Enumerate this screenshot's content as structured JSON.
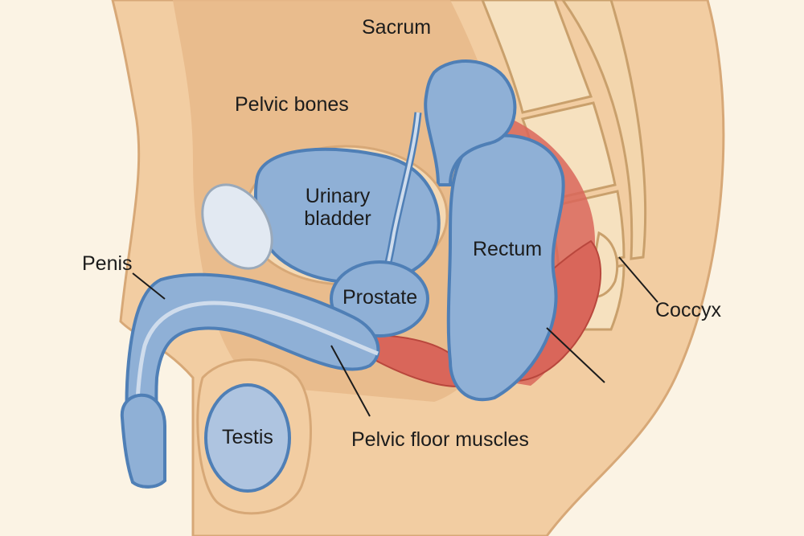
{
  "labels": {
    "sacrum": "Sacrum",
    "pelvic_bones": "Pelvic bones",
    "urinary_bladder_line1": "Urinary",
    "urinary_bladder_line2": "bladder",
    "rectum": "Rectum",
    "penis": "Penis",
    "prostate": "Prostate",
    "coccyx": "Coccyx",
    "testis": "Testis",
    "pelvic_floor_muscles": "Pelvic floor muscles"
  },
  "colors": {
    "background": "#fbf3e4",
    "skin": "#f2cda2",
    "skin_outline": "#d7a877",
    "pelvic_cavity": "#e8b98a",
    "organ_blue": "#8fb0d6",
    "organ_outline": "#4f7fb6",
    "light_blue": "#cfdcec",
    "bone": "#f6e1bf",
    "bone_outline": "#c9a06c",
    "muscle_red": "#d9665a",
    "leader_line": "#1c1c1c"
  }
}
